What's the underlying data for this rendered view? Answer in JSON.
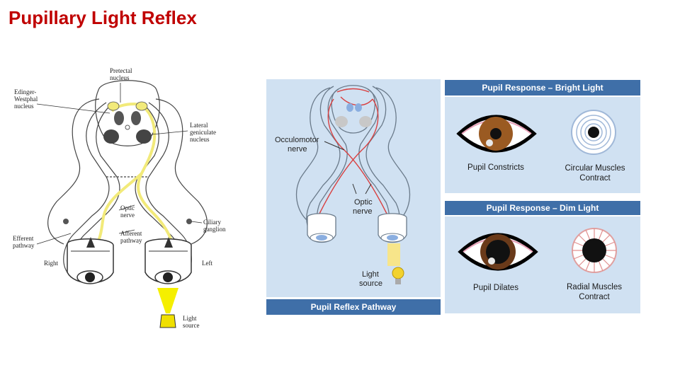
{
  "slide": {
    "title": "Pupillary Light Reflex"
  },
  "left_diagram": {
    "labels": {
      "pretectal": [
        "Pretectal",
        "nucleus"
      ],
      "edinger": [
        "Edinger-",
        "Westphal",
        "nucleus"
      ],
      "lateral": [
        "Lateral",
        "geniculate",
        "nucleus"
      ],
      "optic": [
        "Optic",
        "nerve"
      ],
      "afferent": [
        "Afferent",
        "pathway"
      ],
      "efferent": [
        "Efferent",
        "pathway"
      ],
      "ciliary": [
        "Ciliary",
        "ganglion"
      ],
      "right": "Right",
      "left": "Left",
      "light": [
        "Light",
        "source"
      ]
    }
  },
  "middle_diagram": {
    "labels": {
      "occulomotor": [
        "Occulomotor",
        "nerve"
      ],
      "optic": [
        "Optic",
        "nerve"
      ],
      "light": [
        "Light",
        "source"
      ]
    },
    "footer": "Pupil Reflex Pathway"
  },
  "bright_panel": {
    "header": "Pupil Response – Bright Light",
    "caption_left": "Pupil Constricts",
    "caption_right": [
      "Circular Muscles",
      "Contract"
    ]
  },
  "dim_panel": {
    "header": "Pupil Response – Dim Light",
    "caption_left": "Pupil Dilates",
    "caption_right": [
      "Radial Muscles",
      "Contract"
    ]
  },
  "colors": {
    "title": "#c00000",
    "header_bar": "#3f6fa8",
    "panel_bg": "#d0e1f2",
    "pathway_yellow": "#f2ea7a",
    "nerve_red": "#d94040"
  }
}
